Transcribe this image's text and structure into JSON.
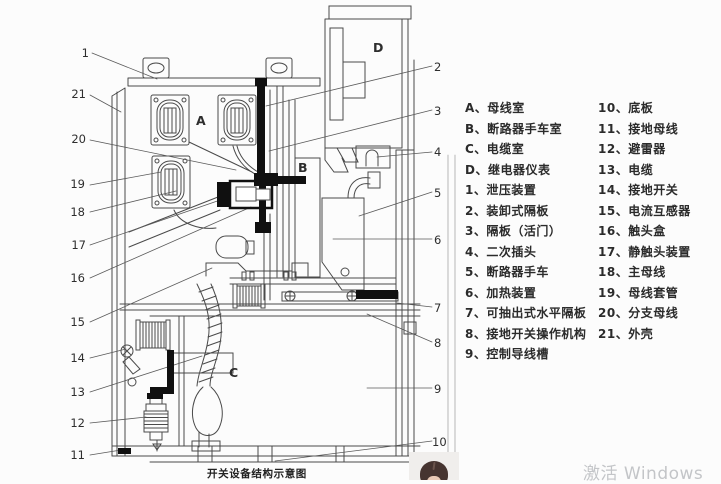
{
  "diagram": {
    "caption": "开关设备结构示意图",
    "compartment_letters": {
      "a": "A",
      "b": "B",
      "c": "C",
      "d": "D"
    },
    "callout_numbers": {
      "n1": "1",
      "n2": "2",
      "n3": "3",
      "n4": "4",
      "n5": "5",
      "n6": "6",
      "n7": "7",
      "n8": "8",
      "n9": "9",
      "n10": "10",
      "n11": "11",
      "n12": "12",
      "n13": "13",
      "n14": "14",
      "n15": "15",
      "n16": "16",
      "n17": "17",
      "n18": "18",
      "n19": "19",
      "n20": "20",
      "n21": "21"
    },
    "line_color": "#4a4a4a",
    "fill_black": "#101010"
  },
  "legend": {
    "col1": [
      "A、母线室",
      "B、断路器手车室",
      "C、电缆室",
      "D、继电器仪表",
      "1、泄压装置",
      "2、装卸式隔板",
      "3、隔板（活门）",
      "4、二次插头",
      "5、断路器手车",
      "6、加热装置",
      "7、可抽出式水平隔板",
      "8、接地开关操作机构",
      "9、控制导线槽"
    ],
    "col2": [
      "10、底板",
      "11、接地母线",
      "12、避雷器",
      "13、电缆",
      "14、接地开关",
      "15、电流互感器",
      "16、触头盒",
      "17、静触头装置",
      "18、主母线",
      "19、母线套管",
      "20、分支母线",
      "21、外壳"
    ]
  },
  "watermark": {
    "text": "激活 Windows"
  }
}
